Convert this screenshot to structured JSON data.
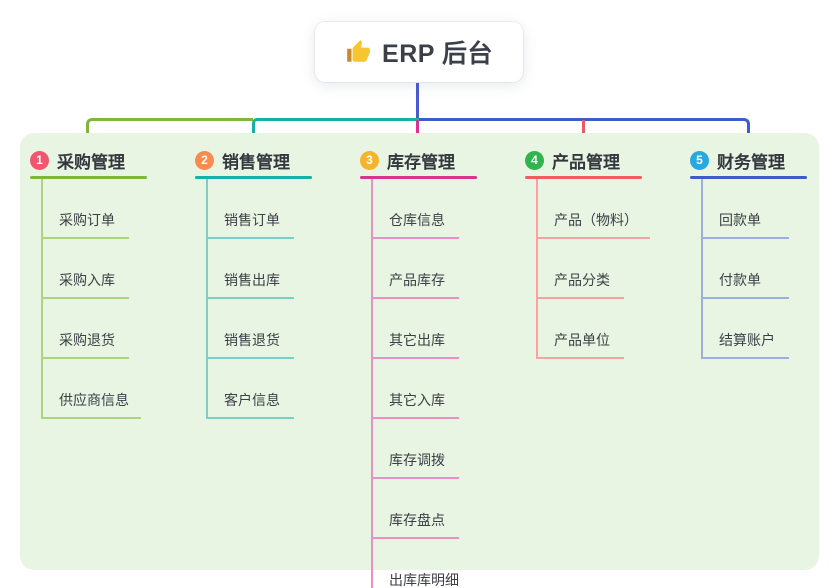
{
  "root": {
    "title": "ERP 后台",
    "icon": "thumbs-up-icon"
  },
  "connectors": {
    "root_color": "#4a5ad0",
    "segment_colors": [
      "#7db83c",
      "#12b2a8",
      "#3f5ccc"
    ],
    "mid_drop_colors": [
      "#d63490",
      "#ef5a62"
    ]
  },
  "panel_bg": "#e9f5e3",
  "branches": [
    {
      "num": "1",
      "label": "采购管理",
      "badge_color": "#f1566e",
      "main_color": "#7db83c",
      "light_color": "#abd57f",
      "children": [
        "采购订单",
        "采购入库",
        "采购退货",
        "供应商信息"
      ]
    },
    {
      "num": "2",
      "label": "销售管理",
      "badge_color": "#f78c50",
      "main_color": "#12b2a8",
      "light_color": "#79d0c8",
      "children": [
        "销售订单",
        "销售出库",
        "销售退货",
        "客户信息"
      ]
    },
    {
      "num": "3",
      "label": "库存管理",
      "badge_color": "#f6b42c",
      "main_color": "#d63490",
      "light_color": "#eb90c5",
      "children": [
        "仓库信息",
        "产品库存",
        "其它出库",
        "其它入库",
        "库存调拨",
        "库存盘点",
        "出库库明细"
      ]
    },
    {
      "num": "4",
      "label": "产品管理",
      "badge_color": "#30b44d",
      "main_color": "#f25c5c",
      "light_color": "#f6a3a3",
      "children": [
        "产品（物料）",
        "产品分类",
        "产品单位"
      ]
    },
    {
      "num": "5",
      "label": "财务管理",
      "badge_color": "#27a9e0",
      "main_color": "#3f5ccc",
      "light_color": "#9daee0",
      "children": [
        "回款单",
        "付款单",
        "结算账户"
      ]
    }
  ]
}
